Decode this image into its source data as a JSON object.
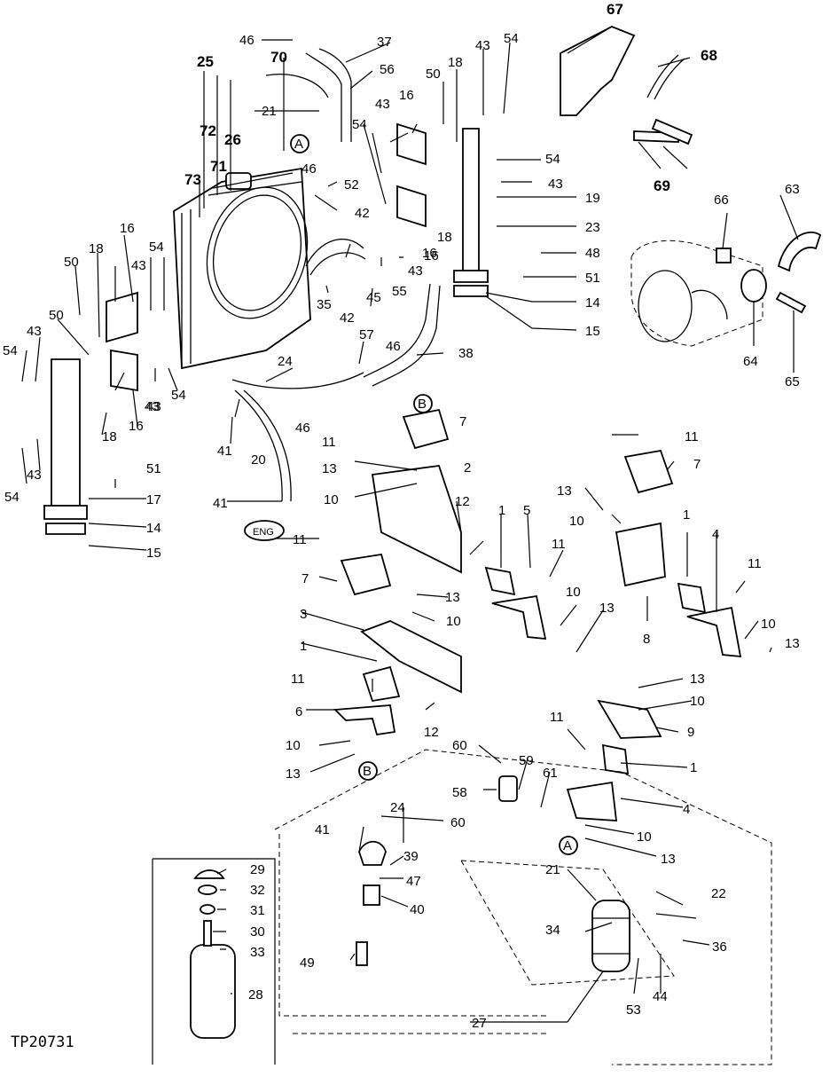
{
  "figure_code": "TP20731",
  "callouts": {
    "A": "A",
    "B": "B",
    "ENG": "ENG"
  },
  "labels": [
    "46",
    "37",
    "70",
    "56",
    "25",
    "72",
    "26",
    "21",
    "71",
    "73",
    "46",
    "52",
    "42",
    "50",
    "18",
    "54",
    "43",
    "16",
    "43",
    "54",
    "16",
    "18",
    "54",
    "43",
    "19",
    "23",
    "67",
    "68",
    "69",
    "66",
    "63",
    "64",
    "65",
    "48",
    "51",
    "14",
    "15",
    "16",
    "18",
    "54",
    "50",
    "43",
    "43",
    "50",
    "54",
    "43",
    "18",
    "16",
    "43",
    "54",
    "35",
    "42",
    "45",
    "55",
    "43",
    "16",
    "57",
    "46",
    "38",
    "24",
    "41",
    "20",
    "46",
    "11",
    "7",
    "13",
    "10",
    "2",
    "12",
    "41",
    "11",
    "17",
    "14",
    "15",
    "51",
    "54",
    "43",
    "1",
    "5",
    "11",
    "10",
    "13",
    "11",
    "7",
    "13",
    "10",
    "1",
    "4",
    "11",
    "10",
    "13",
    "8",
    "7",
    "3",
    "13",
    "10",
    "1",
    "11",
    "12",
    "6",
    "10",
    "13",
    "13",
    "10",
    "11",
    "9",
    "1",
    "60",
    "59",
    "61",
    "58",
    "4",
    "10",
    "13",
    "24",
    "60",
    "41",
    "39",
    "47",
    "40",
    "21",
    "34",
    "22",
    "36",
    "29",
    "32",
    "31",
    "30",
    "33",
    "28",
    "49",
    "53",
    "44",
    "27"
  ]
}
